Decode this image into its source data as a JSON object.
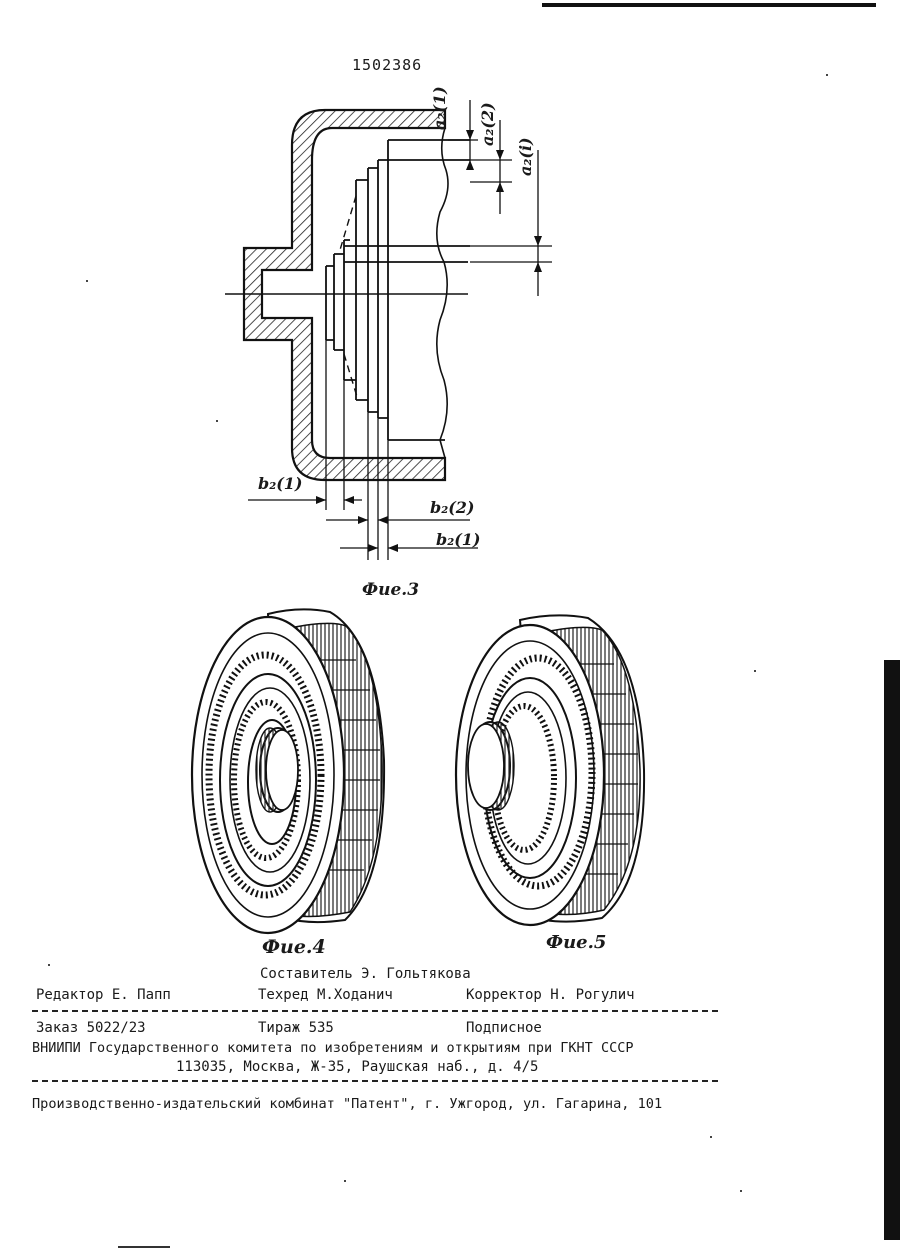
{
  "patent_number": "1502386",
  "figures": {
    "fig3": {
      "caption": "Фие.3",
      "labels": {
        "a_1": "a₂(1)",
        "a_2": "a₂(2)",
        "a_i": "a₂(i)",
        "b_left": "b₂(1)",
        "b_mid": "b₂(2)",
        "b_bottom": "b₂(1)"
      }
    },
    "fig4": {
      "caption": "Фие.4"
    },
    "fig5": {
      "caption": "Фие.5"
    }
  },
  "colophon": {
    "compiler": "Составитель Э. Гольтякова",
    "editor": "Редактор Е. Папп",
    "techred": "Техред М.Ходанич",
    "corrector": "Корректор Н. Рогулич",
    "order": "Заказ 5022/23",
    "circulation": "Тираж 535",
    "subscription": "Подписное",
    "institute": "ВНИИПИ Государственного комитета по изобретениям и открытиям при ГКНТ СССР",
    "address": "113035, Москва, Ж-35, Раушская наб., д. 4/5",
    "printer": "Производственно-издательский комбинат \"Патент\", г. Ужгород, ул. Гагарина, 101"
  }
}
